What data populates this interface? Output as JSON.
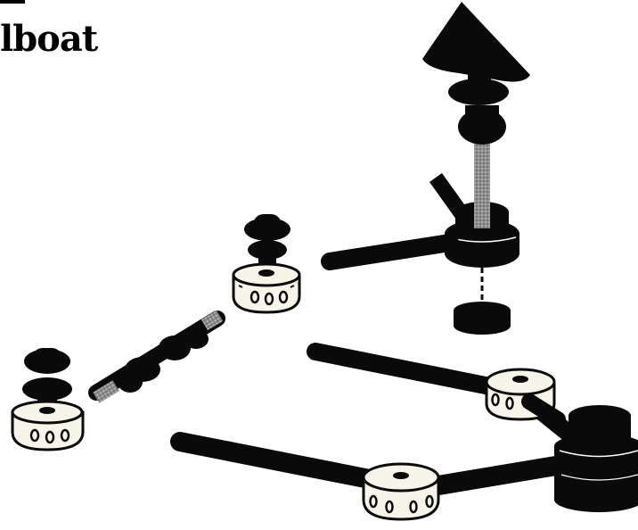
{
  "title": "lboat",
  "colors": {
    "part": "#0a0a0a",
    "connector_body": "#f7f4ea",
    "axle_texture": "#9a9a9a",
    "background": "#ffffff"
  },
  "parts": [
    "mast-top-assembly",
    "rod-upper",
    "hub-upper-left",
    "axle-diagonal",
    "hub-lower-left",
    "rod-middle",
    "hub-middle-right",
    "rod-lower",
    "hub-lower-center",
    "spool-lower-right",
    "disc-loose"
  ]
}
